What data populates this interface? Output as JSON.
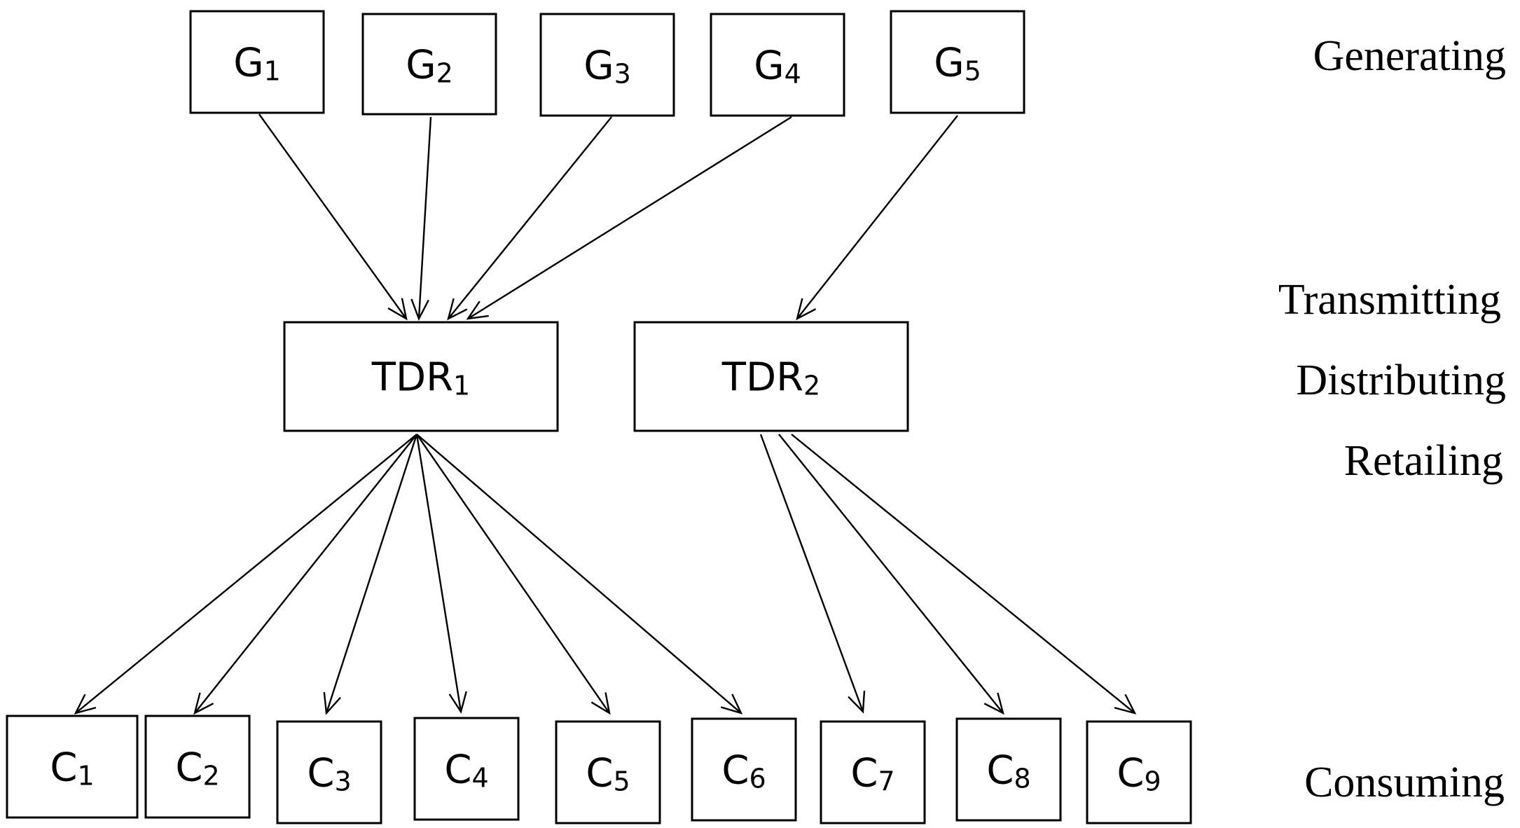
{
  "diagram": {
    "generators": [
      {
        "id": "G1",
        "base": "G",
        "sub": "1"
      },
      {
        "id": "G2",
        "base": "G",
        "sub": "2"
      },
      {
        "id": "G3",
        "base": "G",
        "sub": "3"
      },
      {
        "id": "G4",
        "base": "G",
        "sub": "4"
      },
      {
        "id": "G5",
        "base": "G",
        "sub": "5"
      }
    ],
    "tdr": [
      {
        "id": "TDR1",
        "base": "TDR",
        "sub": "1"
      },
      {
        "id": "TDR2",
        "base": "TDR",
        "sub": "2"
      }
    ],
    "consumers": [
      {
        "id": "C1",
        "base": "C",
        "sub": "1"
      },
      {
        "id": "C2",
        "base": "C",
        "sub": "2"
      },
      {
        "id": "C3",
        "base": "C",
        "sub": "3"
      },
      {
        "id": "C4",
        "base": "C",
        "sub": "4"
      },
      {
        "id": "C5",
        "base": "C",
        "sub": "5"
      },
      {
        "id": "C6",
        "base": "C",
        "sub": "6"
      },
      {
        "id": "C7",
        "base": "C",
        "sub": "7"
      },
      {
        "id": "C8",
        "base": "C",
        "sub": "8"
      },
      {
        "id": "C9",
        "base": "C",
        "sub": "9"
      }
    ],
    "edges": [
      [
        "G1",
        "TDR1"
      ],
      [
        "G2",
        "TDR1"
      ],
      [
        "G3",
        "TDR1"
      ],
      [
        "G4",
        "TDR1"
      ],
      [
        "G5",
        "TDR2"
      ],
      [
        "TDR1",
        "C1"
      ],
      [
        "TDR1",
        "C2"
      ],
      [
        "TDR1",
        "C3"
      ],
      [
        "TDR1",
        "C4"
      ],
      [
        "TDR1",
        "C5"
      ],
      [
        "TDR1",
        "C6"
      ],
      [
        "TDR2",
        "C7"
      ],
      [
        "TDR2",
        "C8"
      ],
      [
        "TDR2",
        "C9"
      ]
    ],
    "levels": {
      "generating": "Generating",
      "transmitting": "Transmitting",
      "distributing": "Distributing",
      "retailing": "Retailing",
      "consuming": "Consuming"
    }
  }
}
